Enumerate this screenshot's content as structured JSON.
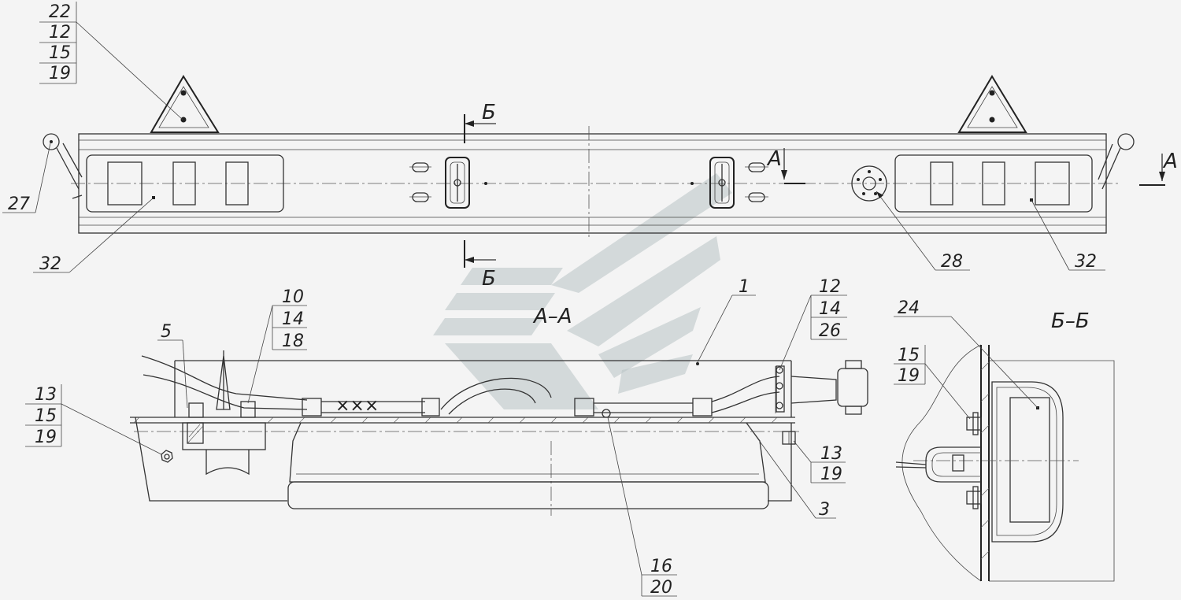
{
  "drawing": {
    "section_labels": {
      "section_a": "А–А",
      "section_b": "Б–Б",
      "cut_a": "А",
      "cut_b": "Б"
    },
    "callouts_top": {
      "c22": [
        "22",
        "12",
        "15",
        "19"
      ],
      "c27": "27",
      "c32_left": "32",
      "c32_right": "32",
      "c28": "28"
    },
    "callouts_aa": {
      "c5": "5",
      "c10": [
        "10",
        "14",
        "18"
      ],
      "c1": "1",
      "c12": [
        "12",
        "14",
        "26"
      ],
      "c13_left": [
        "13",
        "15",
        "19"
      ],
      "c13_right": [
        "13",
        "19"
      ],
      "c3": "3",
      "c16": [
        "16",
        "20"
      ]
    },
    "callouts_bb": {
      "c24": "24",
      "c15": [
        "15",
        "19"
      ]
    },
    "colors": {
      "line": "#333333",
      "background": "#f4f4f4",
      "watermark": "#b8c2c5"
    }
  }
}
